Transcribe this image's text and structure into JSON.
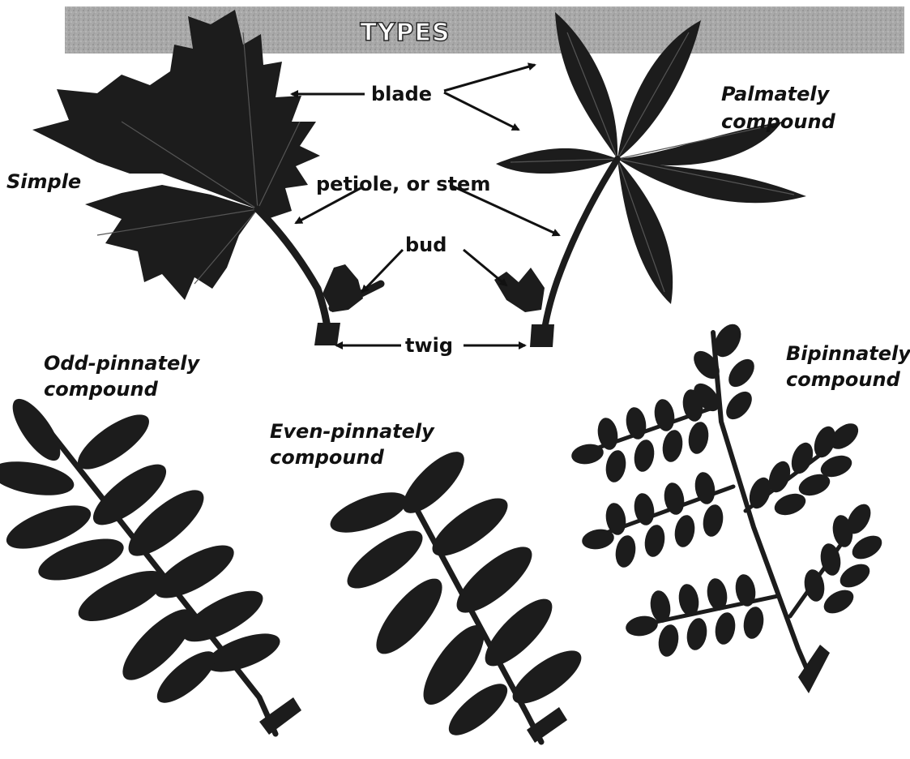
{
  "title": "TYPES",
  "labels": {
    "blade": "blade",
    "petiole": "petiole, or stem",
    "bud": "bud",
    "twig": "twig"
  },
  "leaf_types": {
    "simple": "Simple",
    "palmate_line1": "Palmately",
    "palmate_line2": "compound",
    "odd_line1": "Odd-pinnately",
    "odd_line2": "compound",
    "even_line1": "Even-pinnately",
    "even_line2": "compound",
    "bipinnate_line1": "Bipinnately",
    "bipinnate_line2": "compound"
  },
  "colors": {
    "banner": "#a9a9a9",
    "leaf": "#1c1c1c",
    "text": "#111111"
  }
}
